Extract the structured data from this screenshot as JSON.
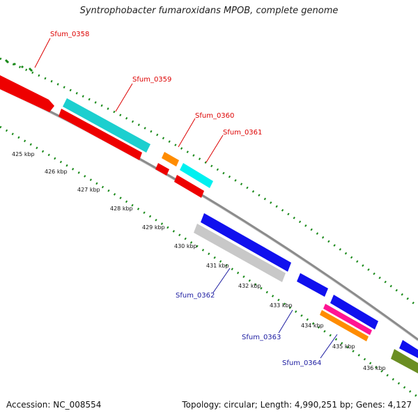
{
  "title": "Syntrophobacter fumaroxidans MPOB, complete genome",
  "footer": {
    "accession": "Accession: NC_008554",
    "stats": "Topology: circular; Length: 4,990,251 bp; Genes: 4,127"
  },
  "colors": {
    "backbone": "#8c8c8c",
    "tick": "#1a8a1a",
    "label_red": "#dd0000",
    "label_blue": "#1a1aa0"
  },
  "kbp_labels": [
    "425 kbp",
    "426 kbp",
    "427 kbp",
    "428 kbp",
    "429 kbp",
    "430 kbp",
    "431 kbp",
    "432 kbp",
    "433 kbp",
    "434 kbp",
    "435 kbp",
    "436 kbp"
  ],
  "genes": [
    {
      "name": "Sfum_0358",
      "color": "#ee0000",
      "strand": "+"
    },
    {
      "name": "Sfum_0359",
      "color": "#1ccfcf",
      "strand": "+"
    },
    {
      "name": "Sfum_0360",
      "color": "#ff8c00",
      "strand": "+"
    },
    {
      "name": "Sfum_0361",
      "color": "#00f0f0",
      "strand": "+"
    },
    {
      "name": "Sfum_0362",
      "color": "#c8c8c8",
      "strand": "-"
    },
    {
      "name": "Sfum_0363",
      "color": "#ff1493",
      "strand": "-"
    },
    {
      "name": "Sfum_0364",
      "color": "#ff8c00",
      "strand": "-"
    }
  ]
}
